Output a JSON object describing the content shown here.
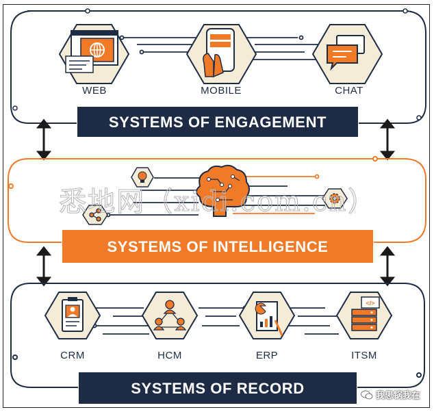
{
  "engagement": {
    "banner": "SYSTEMS OF ENGAGEMENT",
    "items": [
      {
        "label": "WEB",
        "icon": "web-browser-icon"
      },
      {
        "label": "MOBILE",
        "icon": "mobile-phone-icon"
      },
      {
        "label": "CHAT",
        "icon": "chat-bubble-icon"
      }
    ]
  },
  "intelligence": {
    "banner": "SYSTEMS OF INTELLIGENCE",
    "icons": [
      "lightbulb-icon",
      "brain-circuit-icon",
      "gear-icon",
      "share-icon"
    ]
  },
  "record": {
    "banner": "SYSTEMS OF RECORD",
    "items": [
      {
        "label": "CRM",
        "icon": "id-card-icon"
      },
      {
        "label": "HCM",
        "icon": "people-network-icon"
      },
      {
        "label": "ERP",
        "icon": "report-chart-icon"
      },
      {
        "label": "ITSM",
        "icon": "server-icon"
      }
    ]
  },
  "watermark": "悉地网（xidi.com.cn）",
  "wechat_handle": "我思锅我在",
  "colors": {
    "navy": "#1d2b45",
    "orange": "#f07a28",
    "hex_fill": "#f5ecd8",
    "dark": "#2b2b2b"
  }
}
